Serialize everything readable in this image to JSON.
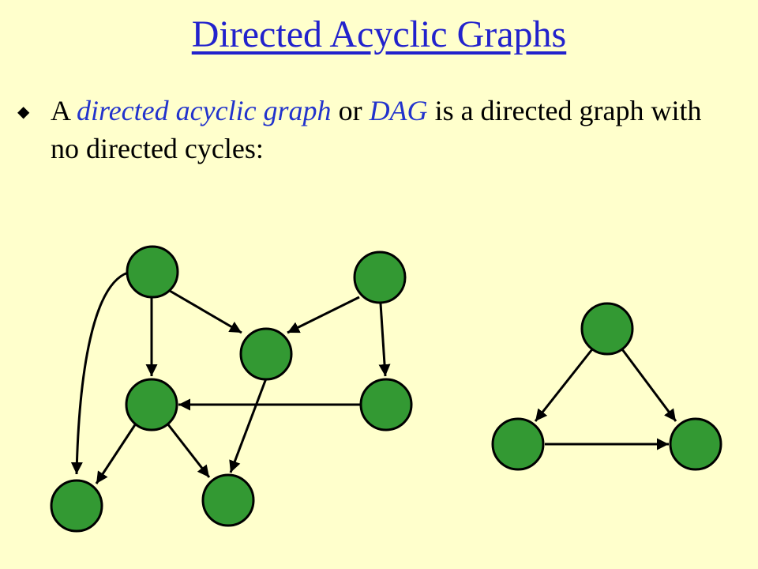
{
  "slide": {
    "title": "Directed Acyclic Graphs",
    "bullet_symbol": "◆",
    "bullet": {
      "p1": "A ",
      "term1": "directed acyclic graph",
      "p2": " or ",
      "term2": "DAG",
      "p3": " is a directed graph with no directed cycles:"
    }
  },
  "colors": {
    "background": "#ffffcc",
    "title": "#2222cc",
    "emphasis": "#2233cc",
    "node_fill": "#339933"
  }
}
